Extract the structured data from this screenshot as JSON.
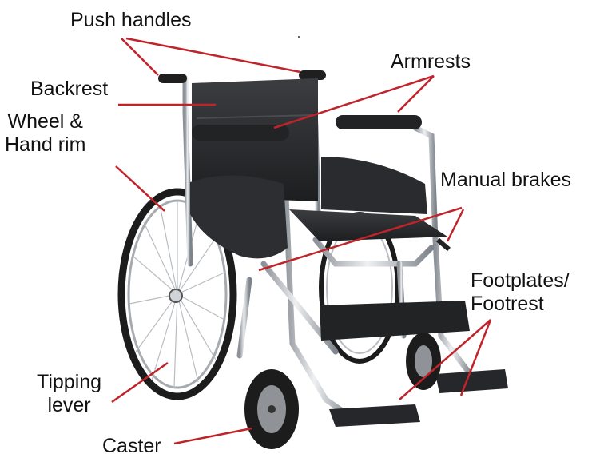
{
  "diagram": {
    "labels": {
      "push_handles": "Push handles",
      "armrests": "Armrests",
      "backrest": "Backrest",
      "wheel_hand_rim": [
        "Wheel &",
        "Hand rim"
      ],
      "manual_brakes": "Manual brakes",
      "footplates": [
        "Footplates/",
        "Footrest"
      ],
      "tipping_lever": [
        "Tipping",
        "lever"
      ],
      "caster": "Caster"
    },
    "leader_color": "#c0242b",
    "frame_color": "#b8bcc2",
    "upholstery_color": "#2a2a2c"
  }
}
